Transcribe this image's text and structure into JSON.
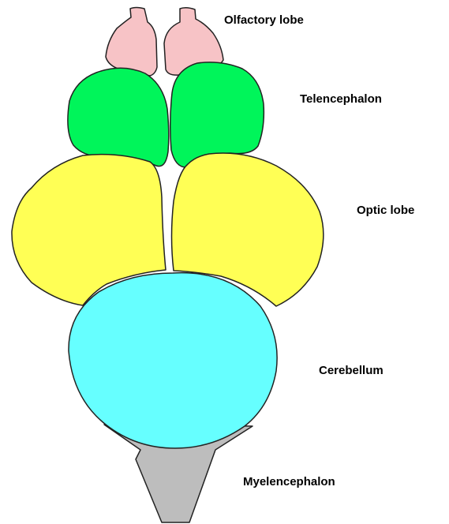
{
  "colors": {
    "olfactory": "#f7c3c6",
    "telencephalon": "#00f55a",
    "optic": "#ffff55",
    "cerebellum": "#66ffff",
    "myelencephalon": "#bdbdbd",
    "outline": "#222222"
  },
  "parts": [
    {
      "id": "olfactory",
      "label": "Olfactory lobe"
    },
    {
      "id": "telencephalon",
      "label": "Telencephalon"
    },
    {
      "id": "optic",
      "label": "Optic lobe"
    },
    {
      "id": "cerebellum",
      "label": "Cerebellum"
    },
    {
      "id": "myelencephalon",
      "label": "Myelencephalon"
    }
  ]
}
